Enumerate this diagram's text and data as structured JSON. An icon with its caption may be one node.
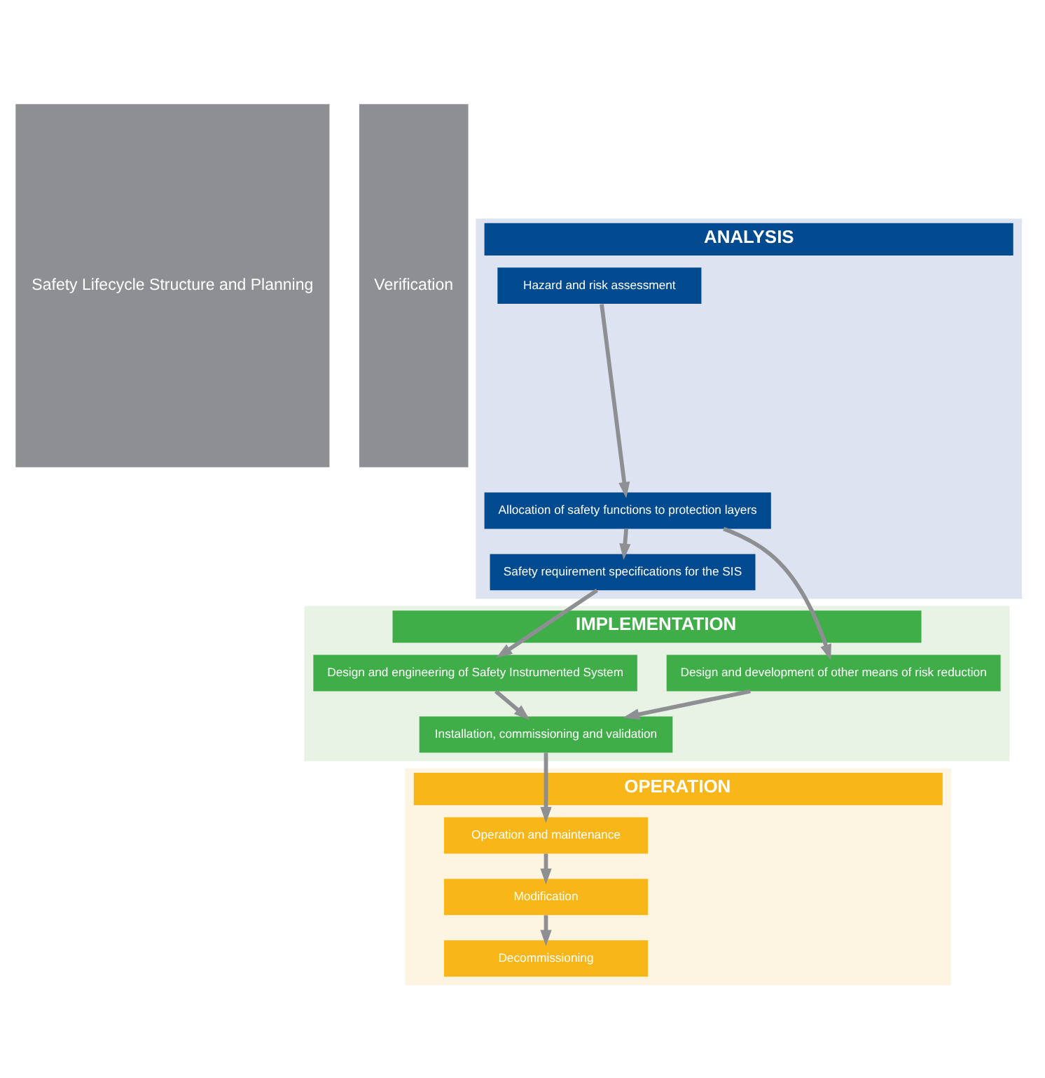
{
  "diagram": {
    "nodes": [
      {
        "text": [
          "Safety Lifecycle Structure and Planning"
        ]
      },
      {
        "text": [
          "Verification"
        ]
      },
      {
        "text": [
          "ANALYSIS"
        ]
      },
      {
        "text": [
          "Hazard and risk assessment"
        ],
        "in": 2
      },
      {
        "text": [
          "Allocation of safety functions to protection layers"
        ],
        "in": 2
      },
      {
        "text": [
          "Safety requirement specifications for the SIS"
        ],
        "in": 2
      },
      {
        "text": [
          "IMPLEMENTATION"
        ]
      },
      {
        "text": [
          "Design and engineering of Safety Instrumented System"
        ],
        "in": 6
      },
      {
        "text": [
          "Design and development of other means of risk reduction"
        ],
        "in": 6
      },
      {
        "text": [
          "Installation, commissioning and validation"
        ],
        "in": 6
      },
      {
        "text": [
          "OPERATION"
        ]
      },
      {
        "text": [
          "Operation and maintenance"
        ],
        "in": 10
      },
      {
        "text": [
          "Modification"
        ],
        "in": 10
      },
      {
        "text": [
          "Decommissioning"
        ],
        "in": 10
      }
    ],
    "edges": [
      {
        "from": 3,
        "to": 4,
        "arrow": "to"
      },
      {
        "from": 4,
        "to": 5,
        "arrow": "to"
      },
      {
        "from": 5,
        "to": 7,
        "arrow": "to"
      },
      {
        "from": 4,
        "to": 8,
        "arrow": "to"
      },
      {
        "from": 7,
        "to": 9,
        "arrow": "to"
      },
      {
        "from": 8,
        "to": 9,
        "arrow": "to"
      },
      {
        "from": 9,
        "to": 11,
        "arrow": "to"
      },
      {
        "from": 11,
        "to": 12,
        "arrow": "to"
      },
      {
        "from": 12,
        "to": 13,
        "arrow": "to"
      }
    ]
  }
}
